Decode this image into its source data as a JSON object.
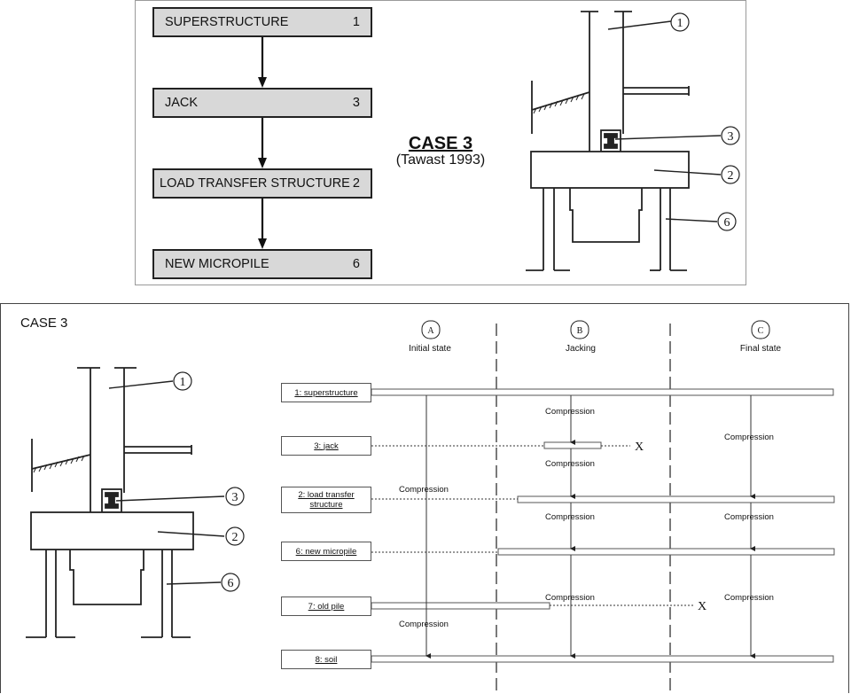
{
  "top_panel": {
    "flow": [
      {
        "label": "SUPERSTRUCTURE",
        "num": "1"
      },
      {
        "label": "JACK",
        "num": "3"
      },
      {
        "label": "LOAD TRANSFER STRUCTURE",
        "num": "2"
      },
      {
        "label": "NEW MICROPILE",
        "num": "6"
      }
    ],
    "case_title": "CASE 3",
    "case_subtitle": "(Tawast 1993)",
    "callouts": [
      "1",
      "3",
      "2",
      "6"
    ]
  },
  "bottom_panel": {
    "title": "CASE 3",
    "callouts": [
      "1",
      "3",
      "2",
      "6"
    ],
    "stages": [
      {
        "letter": "A",
        "label": "Initial state"
      },
      {
        "letter": "B",
        "label": "Jacking"
      },
      {
        "letter": "C",
        "label": "Final state"
      }
    ],
    "elements": [
      {
        "label": "1: superstructure"
      },
      {
        "label": "3: jack"
      },
      {
        "label": "2: load transfer structure"
      },
      {
        "label": "6: new micropile"
      },
      {
        "label": "7: old pile"
      },
      {
        "label": "8: soil"
      }
    ],
    "forces": {
      "f1": "Compression",
      "f2": "Compression",
      "f3": "Compression",
      "f4": "Compression",
      "f5": "Compression",
      "f6": "Compression",
      "f7": "Compression",
      "f8": "Compression",
      "f9": "Compression"
    },
    "removed_marker": "X"
  }
}
